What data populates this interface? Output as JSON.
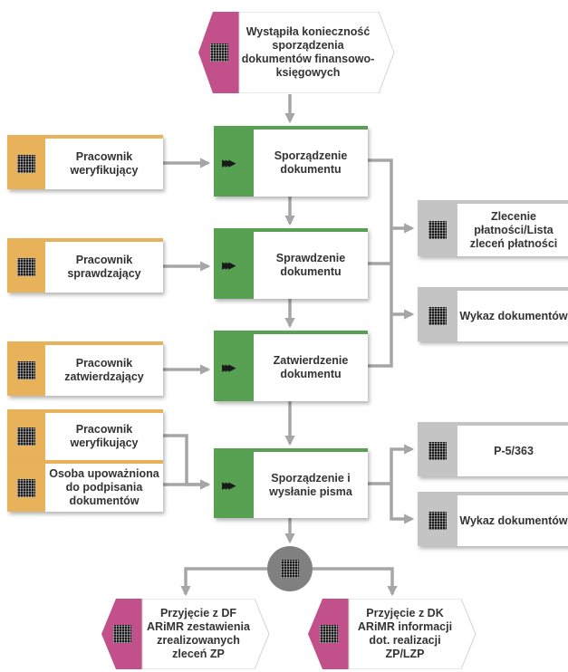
{
  "colors": {
    "green": "#58a152",
    "orange": "#e8b25a",
    "gray": "#c4c4c4",
    "magenta": "#c2508a",
    "arrow": "#a6a6a6",
    "text": "#333333"
  },
  "start_event": {
    "text": "Wystąpiła konieczność sporządzenia dokumentów finansowo-księgowych",
    "icon": "document-icon"
  },
  "process_steps": [
    {
      "text": "Sporządzenie dokumentu",
      "icon": "chevron-icon"
    },
    {
      "text": "Sprawdzenie dokumentu",
      "icon": "chevron-icon"
    },
    {
      "text": "Zatwierdzenie dokumentu",
      "icon": "chevron-icon"
    },
    {
      "text": "Sporządzenie i wysłanie pisma",
      "icon": "chevron-icon"
    }
  ],
  "roles": [
    {
      "text": "Pracownik weryfikujący",
      "icon": "person-icon"
    },
    {
      "text": "Pracownik sprawdzający",
      "icon": "person-icon"
    },
    {
      "text": "Pracownik zatwierdzający",
      "icon": "person-icon"
    },
    {
      "text": "Pracownik weryfikujący",
      "icon": "person-icon"
    },
    {
      "text": "Osoba upoważniona do podpisania dokumentów",
      "icon": "person-icon"
    }
  ],
  "documents": [
    {
      "text": "Zlecenie płatności/Lista zleceń płatności",
      "icon": "document-icon"
    },
    {
      "text": "Wykaz dokumentów",
      "icon": "document-icon"
    },
    {
      "text": "P-5/363",
      "icon": "document-icon"
    },
    {
      "text": "Wykaz dokumentów",
      "icon": "document-icon"
    }
  ],
  "gateway": {
    "icon": "gateway-icon"
  },
  "end_events": [
    {
      "text": "Przyjęcie z DF ARiMR zestawienia zrealizowanych zleceń ZP",
      "icon": "document-icon"
    },
    {
      "text": "Przyjęcie z DK ARiMR informacji dot. realizacji ZP/LZP",
      "icon": "document-icon"
    }
  ]
}
